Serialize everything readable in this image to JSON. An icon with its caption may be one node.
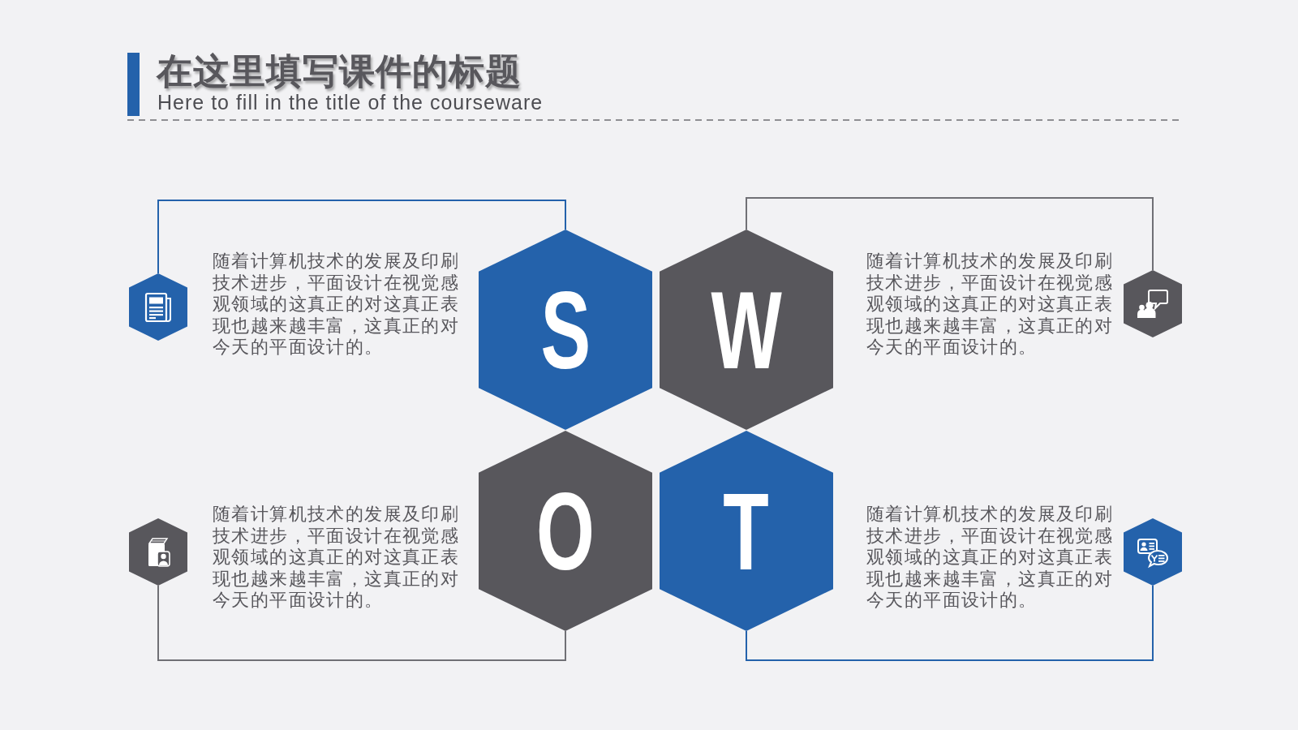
{
  "diagram": {
    "title": "在这里填写课件的标题",
    "nodes": [
      {
        "text": [],
        "shape": "hexagon",
        "beside": [
          "随着计算机技术的发展及印刷技术进步，平面设计在视觉感观领域的这真正的对这真正表现也越来越丰富，这真正的对今天的平面设计的。"
        ]
      },
      {
        "text": [
          "S"
        ]
      },
      {
        "text": [
          "W"
        ]
      },
      {
        "text": [],
        "shape": "hexagon",
        "beside": [
          "随着计算机技术的发展及印刷技术进步，平面设计在视觉感观领域的这真正的对这真正表现也越来越丰富，这真正的对今天的平面设计的。"
        ]
      },
      {
        "text": [],
        "shape": "hexagon",
        "beside": [
          "随着计算机技术的发展及印刷技术进步，平面设计在视觉感观领域的这真正的对这真正表现也越来越丰富，这真正的对今天的平面设计的。"
        ]
      },
      {
        "text": [
          "O"
        ]
      },
      {
        "text": [
          "T"
        ]
      },
      {
        "text": [],
        "shape": "hexagon",
        "beside": [
          "随着计算机技术的发展及印刷技术进步，平面设计在视觉感观领域的这真正的对这真正表现也越来越丰富，这真正的对今天的平面设计的。"
        ]
      }
    ],
    "edges": [
      {
        "from": 0,
        "to": 1,
        "arrow": "none",
        "color": "#2462ab"
      },
      {
        "from": 3,
        "to": 2,
        "arrow": "none"
      },
      {
        "from": 4,
        "to": 5,
        "arrow": "none"
      },
      {
        "from": 7,
        "to": 6,
        "arrow": "none",
        "color": "#2462ab"
      }
    ],
    "labels": [
      "Here to fill in the title of the courseware"
    ]
  }
}
